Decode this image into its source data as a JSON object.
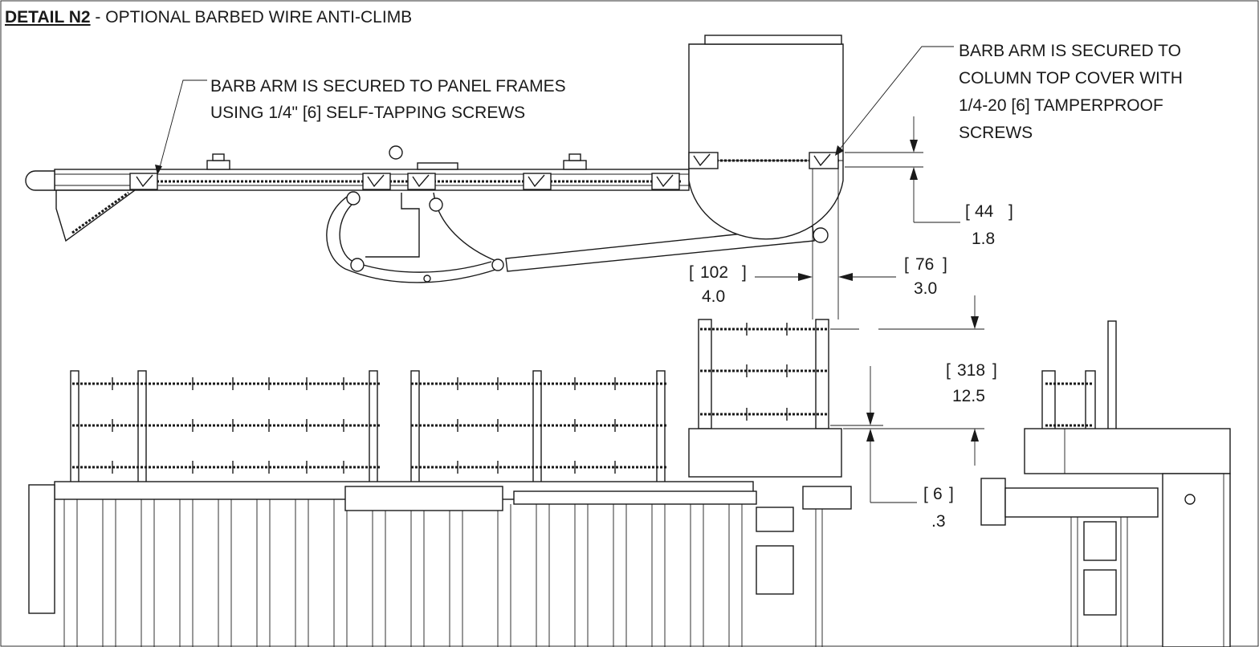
{
  "title": {
    "prefix": "DETAIL N2",
    "rest": " - OPTIONAL BARBED WIRE ANTI-CLIMB"
  },
  "callouts": {
    "panel_frames": {
      "line1": "BARB ARM IS SECURED TO PANEL FRAMES",
      "line2": "USING 1/4\" [6] SELF-TAPPING SCREWS"
    },
    "column_cover": {
      "line1": "BARB ARM IS SECURED TO",
      "line2": "COLUMN TOP COVER WITH",
      "line3": "1/4-20 [6] TAMPERPROOF",
      "line4": "SCREWS"
    }
  },
  "dimensions": {
    "d44": {
      "metric": "44",
      "imperial": "1.8"
    },
    "d102": {
      "metric": "102",
      "imperial": "4.0"
    },
    "d76": {
      "metric": "76",
      "imperial": "3.0"
    },
    "d318": {
      "metric": "318",
      "imperial": "12.5"
    },
    "d6": {
      "metric": "6",
      "imperial": ".3"
    }
  }
}
